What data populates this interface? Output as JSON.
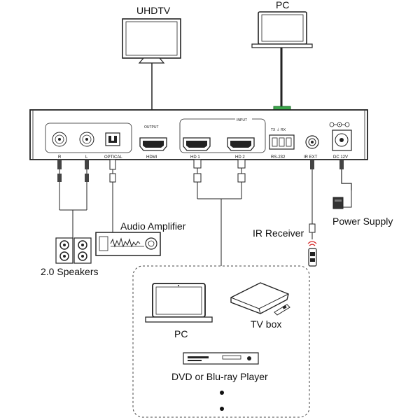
{
  "devices": {
    "uhdtv": "UHDTV",
    "pc_top": "PC",
    "speakers": "2.0 Speakers",
    "audio_amplifier": "Audio Amplifier",
    "ir_receiver": "IR Receiver",
    "power_supply": "Power Supply",
    "pc_source": "PC",
    "tv_box": "TV box",
    "dvd_player": "DVD or Blu-ray Player"
  },
  "panel": {
    "port_r": "R",
    "port_l": "L",
    "port_optical": "OPTICAL",
    "port_hdmi": "HDMI",
    "output_header": "OUTPUT",
    "input_header": "INPUT",
    "port_hd1": "HD 1",
    "port_hd2": "HD 2",
    "port_rs232": "RS-232",
    "rs232_pins": "TX ⏚ RX",
    "port_irext": "IR EXT",
    "port_dc": "DC 12V"
  },
  "sources": {
    "more_indicator_count": 2
  }
}
